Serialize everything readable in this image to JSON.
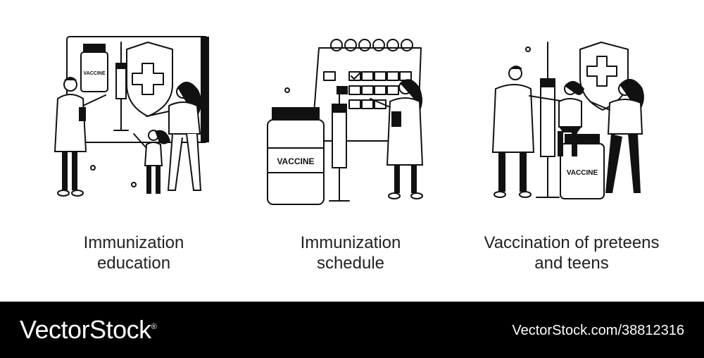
{
  "panels": [
    {
      "caption_line1": "Immunization",
      "caption_line2": "education",
      "vial_label": "VACCINE",
      "icons": [
        "shield-cross-icon",
        "vaccine-vial-icon",
        "syringe-icon",
        "doctor-figure",
        "parent-figure",
        "child-figure"
      ]
    },
    {
      "caption_line1": "Immunization",
      "caption_line2": "schedule",
      "vial_label": "VACCINE",
      "icons": [
        "calendar-icon",
        "vaccine-vial-icon",
        "syringe-icon",
        "doctor-figure"
      ]
    },
    {
      "caption_line1": "Vaccination of preteens",
      "caption_line2": "and teens",
      "vial_label": "VACCINE",
      "icons": [
        "shield-cross-icon",
        "vaccine-vial-icon",
        "syringe-icon",
        "doctor-figure",
        "teen-figure",
        "parent-figure"
      ]
    }
  ],
  "footer": {
    "brand": "VectorStock",
    "brand_mark": "®",
    "stock_id": "VectorStock.com/38812316"
  }
}
